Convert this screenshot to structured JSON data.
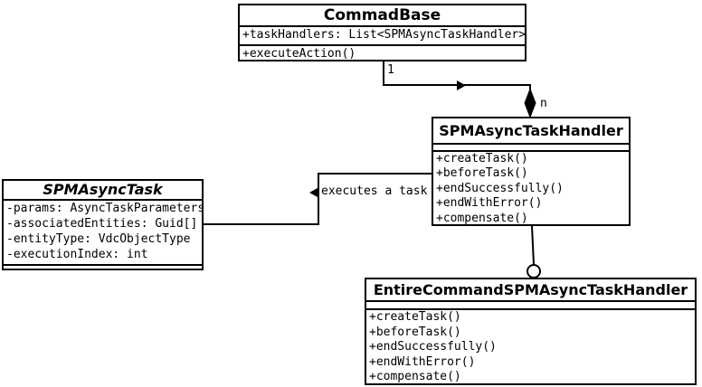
{
  "diagram_title": "UML class diagram",
  "classes": {
    "commad_base": {
      "name": "CommadBase",
      "attributes": [
        "+taskHandlers: List<SPMAsyncTaskHandler>"
      ],
      "operations": [
        "+executeAction()"
      ]
    },
    "spm_async_task_handler": {
      "name": "SPMAsyncTaskHandler",
      "attributes": [],
      "operations": [
        "+createTask()",
        "+beforeTask()",
        "+endSuccessfully()",
        "+endWithError()",
        "+compensate()"
      ]
    },
    "spm_async_task": {
      "name": "SPMAsyncTask",
      "abstract": true,
      "attributes": [
        "-params: AsyncTaskParameters",
        "-associatedEntities: Guid[]",
        "-entityType: VdcObjectType",
        "-executionIndex: int"
      ],
      "operations": []
    },
    "entire_command_handler": {
      "name": "EntireCommandSPMAsyncTaskHandler",
      "attributes": [],
      "operations": [
        "+createTask()",
        "+beforeTask()",
        "+endSuccessfully()",
        "+endWithError()",
        "+compensate()"
      ]
    }
  },
  "relationships": {
    "composition": {
      "from": "CommadBase",
      "to": "SPMAsyncTaskHandler",
      "from_multiplicity": "1",
      "to_multiplicity": "n",
      "kind": "composition"
    },
    "association": {
      "from": "SPMAsyncTaskHandler",
      "to": "SPMAsyncTask",
      "label": "executes a task",
      "kind": "directed-association"
    },
    "generalization": {
      "from": "SPMAsyncTaskHandler",
      "to": "EntireCommandSPMAsyncTaskHandler",
      "kind": "circle-generalization"
    }
  },
  "labels": {
    "multiplicity_one": "1",
    "multiplicity_n": "n",
    "association_name": "executes a task"
  },
  "colors": {
    "line": "#000000",
    "box_fill": "#ffffff",
    "text": "#000000",
    "background": "#ffffff"
  }
}
